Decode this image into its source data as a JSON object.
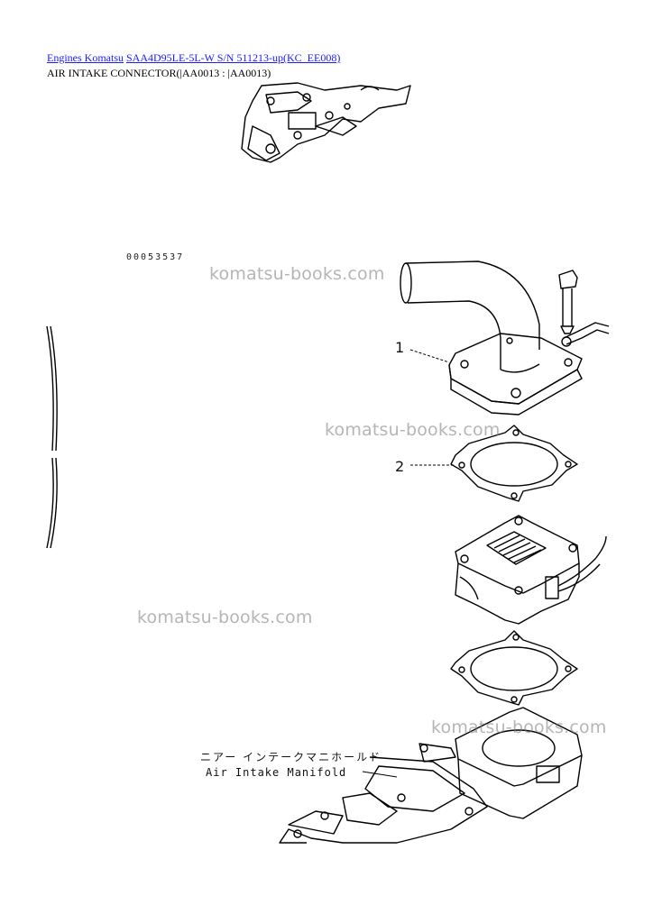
{
  "breadcrumb": {
    "link1": "Engines Komatsu",
    "link2": "SAA4D95LE-5L-W S/N 511213-up(KC_EE008)"
  },
  "subtitle": "AIR INTAKE CONNECTOR(|AA0013 : |AA0013)",
  "diagram": {
    "figure_code": "00053537",
    "callouts": [
      "1",
      "2"
    ],
    "manifold_label_jp": "ニアー インテークマニホールド",
    "manifold_label_en": "Air  Intake Manifold"
  },
  "watermarks": [
    "komatsu-books.com",
    "komatsu-books.com",
    "komatsu-books.com",
    "komatsu-books.com"
  ],
  "colors": {
    "link": "#1a1aff",
    "watermark": "#999999"
  }
}
